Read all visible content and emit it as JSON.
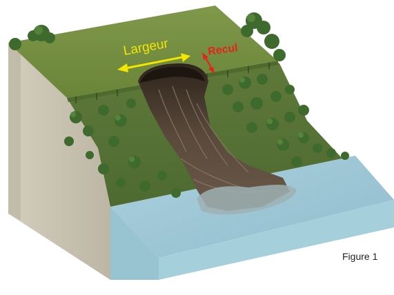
{
  "labels": {
    "width": "Largeur",
    "retreat": "Recul"
  },
  "caption": "Figure 1",
  "colors": {
    "width_arrow": "#f2e600",
    "retreat_arrow": "#e3241b",
    "plateau": "#6f8a3c",
    "slope": "#566f33",
    "water": "#9fc7d6",
    "soil_side": "#c9c2b2",
    "landslide": "#4a3c2f"
  }
}
